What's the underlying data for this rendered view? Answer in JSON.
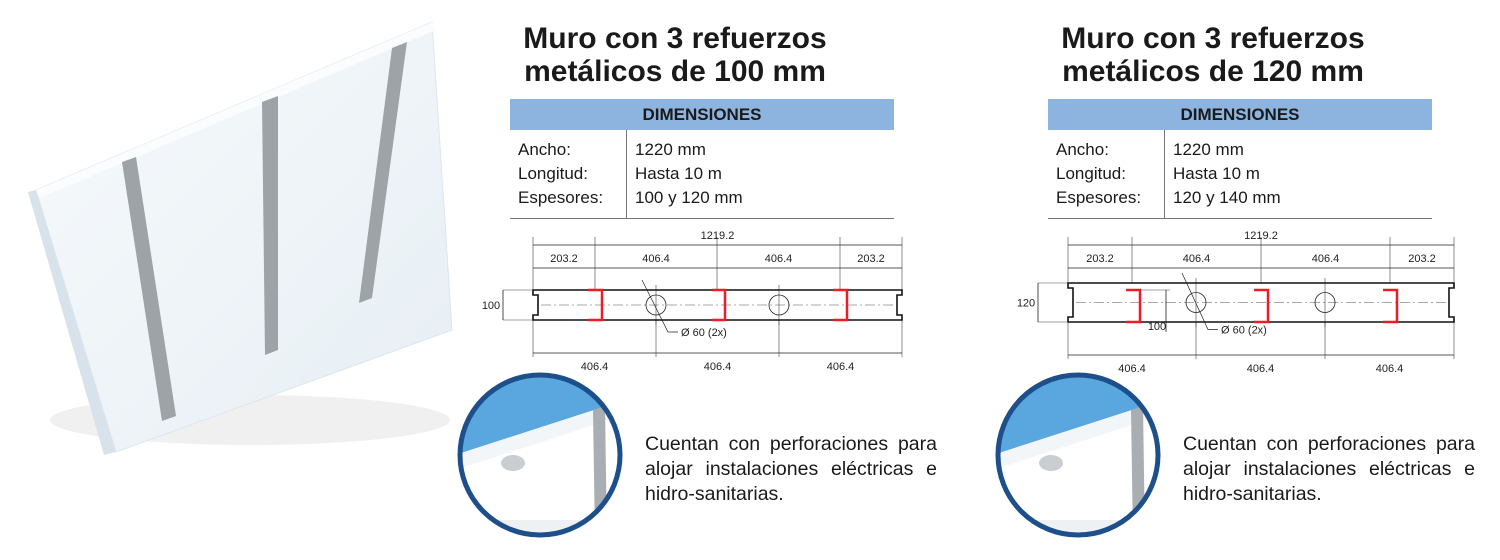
{
  "panels": [
    {
      "title_line1": "Muro con 3 refuerzos",
      "title_line2": "metálicos de 100 mm",
      "table_header": "DIMENSIONES",
      "rows": [
        {
          "label": "Ancho:",
          "value": "1220 mm"
        },
        {
          "label": "Longitud:",
          "value": "Hasta 10 m"
        },
        {
          "label": "Espesores:",
          "value": "100 y 120 mm"
        }
      ],
      "drawing": {
        "total": "1219.2",
        "edge_left": "203.2",
        "mid1": "406.4",
        "mid2": "406.4",
        "edge_right": "203.2",
        "thickness": "100",
        "hole_note": "Ø 60 (2x)",
        "bottom": [
          "406.4",
          "406.4",
          "406.4"
        ]
      },
      "description": "Cuentan con perforaciones para alojar instalaciones eléctricas e hidro-sanitarias."
    },
    {
      "title_line1": "Muro con 3 refuerzos",
      "title_line2": "metálicos de 120 mm",
      "table_header": "DIMENSIONES",
      "rows": [
        {
          "label": "Ancho:",
          "value": "1220 mm"
        },
        {
          "label": "Longitud:",
          "value": "Hasta 10 m"
        },
        {
          "label": "Espesores:",
          "value": "120 y 140 mm"
        }
      ],
      "drawing": {
        "total": "1219.2",
        "edge_left": "203.2",
        "mid1": "406.4",
        "mid2": "406.4",
        "edge_right": "203.2",
        "thickness": "120",
        "channel": "100",
        "hole_note": "Ø 60 (2x)",
        "bottom": [
          "406.4",
          "406.4",
          "406.4"
        ]
      },
      "description": "Cuentan con perforaciones para alojar instalaciones eléctricas e hidro-sanitarias."
    }
  ],
  "colors": {
    "header": "#8db3df",
    "reinforcement": "#ee1c24",
    "circle_border": "#1d4f8a"
  }
}
